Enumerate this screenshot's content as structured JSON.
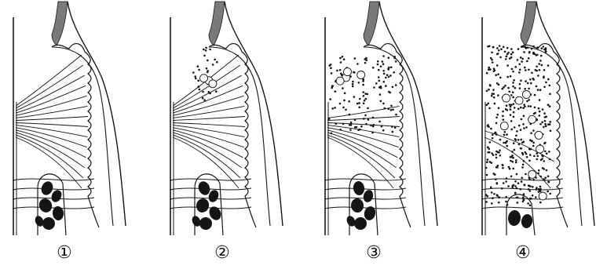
{
  "figure": {
    "panels": [
      {
        "label": "①",
        "stage": 1
      },
      {
        "label": "②",
        "stage": 2
      },
      {
        "label": "③",
        "stage": 3
      },
      {
        "label": "④",
        "stage": 4
      }
    ]
  },
  "colors": {
    "ink": "#151515",
    "enamel": "#7a7a7a",
    "background": "#ffffff"
  }
}
